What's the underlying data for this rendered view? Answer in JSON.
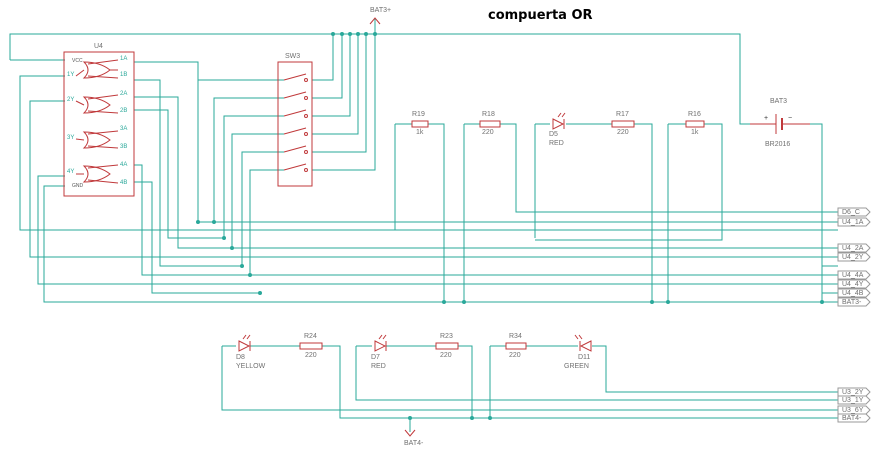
{
  "title": "compuerta OR",
  "ic": {
    "ref": "U4",
    "pins_left": [
      "VCC",
      "1Y",
      "2Y",
      "3Y",
      "4Y",
      "GND"
    ],
    "pins_right": [
      "1A",
      "1B",
      "2A",
      "2B",
      "3A",
      "3B",
      "4A",
      "4B"
    ]
  },
  "switch": {
    "ref": "SW3"
  },
  "battery": {
    "ref": "BAT3",
    "value": "BR2016",
    "plus": "+",
    "minus": "−"
  },
  "power": {
    "top": "BAT3+",
    "bottom": "BAT4-"
  },
  "top_row": [
    {
      "ref": "R19",
      "value": "1k"
    },
    {
      "ref": "R18",
      "value": "220"
    },
    {
      "ref": "D5",
      "value": "RED"
    },
    {
      "ref": "R17",
      "value": "220"
    },
    {
      "ref": "R16",
      "value": "1k"
    }
  ],
  "bottom_row": [
    {
      "ref": "D8",
      "value": "YELLOW"
    },
    {
      "ref": "R24",
      "value": "220"
    },
    {
      "ref": "D7",
      "value": "RED"
    },
    {
      "ref": "R23",
      "value": "220"
    },
    {
      "ref": "R34",
      "value": "220"
    },
    {
      "ref": "D11",
      "value": "GREEN"
    }
  ],
  "net_labels_top": [
    "D6_C",
    "U4_1A",
    "U4_2A",
    "U4_2Y",
    "U4_4A",
    "U4_4Y",
    "U4_4B",
    "BAT3-"
  ],
  "net_labels_bottom": [
    "U3_2Y",
    "U3_1Y",
    "U3_6Y",
    "BAT4-"
  ],
  "colors": {
    "wire": "#2aa89a",
    "component": "#c0393b",
    "label": "#707070"
  }
}
